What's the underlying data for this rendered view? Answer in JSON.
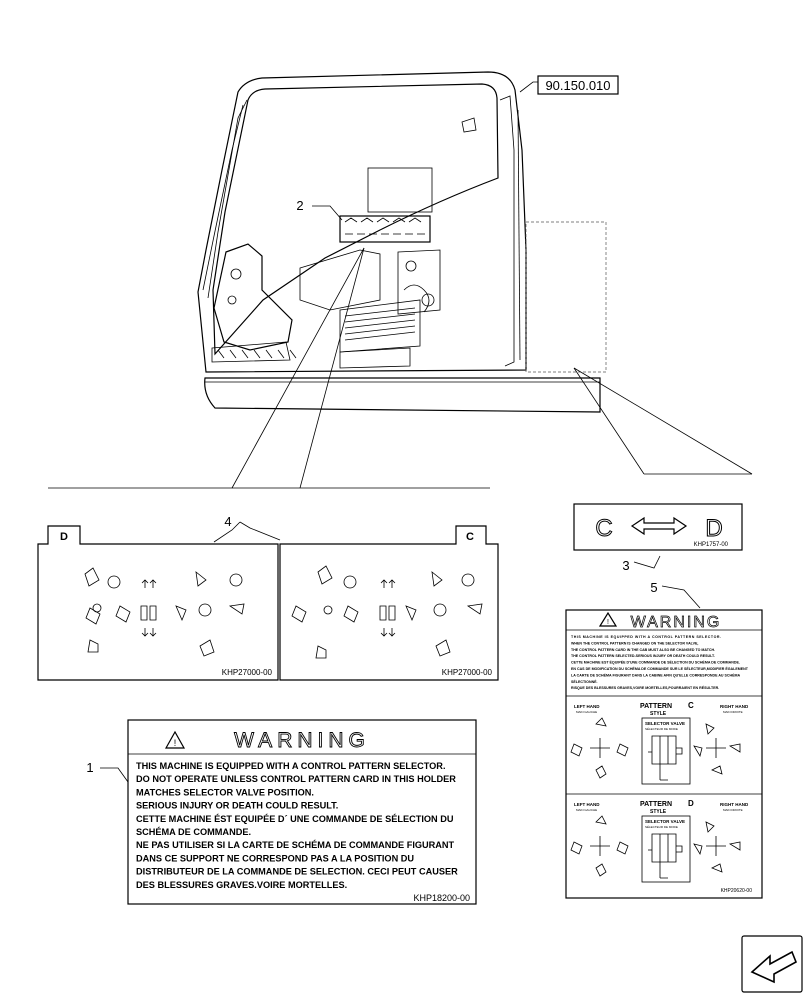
{
  "reference": "90.150.010",
  "callouts": {
    "c1": "1",
    "c2": "2",
    "c3": "3",
    "c4": "4",
    "c5": "5"
  },
  "pattern_labels": {
    "left": "D",
    "right": "C"
  },
  "selector_label": {
    "left": "C",
    "right": "D",
    "code": "KHP1757-00"
  },
  "pattern_cards_code": "KHP27000-00",
  "warning_large": {
    "title": "WARNING",
    "lines": [
      "THIS MACHINE IS EQUIPPED WITH A CONTROL PATTERN SELECTOR.",
      "DO NOT OPERATE UNLESS CONTROL PATTERN CARD IN THIS HOLDER",
      "MATCHES SELECTOR VALVE POSITION.",
      "SERIOUS INJURY OR DEATH COULD RESULT.",
      "CETTE MACHINE ÉST EQUIPÉE D´ UNE COMMANDE DE SÉLECTION DU",
      "SCHÉMA DE COMMANDE.",
      "NE PAS UTILISER SI LA CARTE DE SCHÉMA DE COMMANDE FIGURANT",
      "DANS CE SUPPORT NE CORRESPOND PAS A LA POSITION DU",
      "DISTRIBUTEUR DE LA COMMANDE DE SELECTION. CECI PEUT CAUSER",
      "DES BLESSURES GRAVES.VOIRE MORTELLES."
    ],
    "code": "KHP18200-00"
  },
  "warning_small": {
    "title": "WARNING",
    "lines": [
      "THIS MACHINE IS EQUIPPED WITH A CONTROL PATTERN SELECTOR.",
      "WHEN THE CONTROL PATTERN IS CHANGED ON THE SELECTOR VALVE,",
      "THE CONTROL PATTERN CARD IN THE CAB MUST ALSO BE CHANGED TO MATCH.",
      "THE CONTROL PATTERN SELECTED-SERIOUS INJURY OR DEATH COULD RESULT.",
      "CETTE MACHINE EST ÉQUIPÉE D'UNE COMMANDE DE SÉLECTION DU SCHÉMA DE COMMANDE.",
      "EN CAS DE MODIFICATION DU SCHÉMA DE COMMANDE SUR LE SÉLECTEUR,MODIFIER ÉGALEMENT",
      "LA CARTE DE SCHÉMA FIGURANT DANS LA CABINE AFIN QU'ELLE CORRESPONDE AU SCHÉMA",
      "SÉLECTIONNÉ.",
      "RISQUE DES BLESSURES GRAVES,VOIRE MORTELLES,POURRAIENT EN RÉSULTER."
    ],
    "sections": [
      {
        "pattern": "PATTERN",
        "letter": "C",
        "style": "STYLE",
        "left_hand": "LEFT HAND",
        "left_sub": "MAIN GAUCHE",
        "right_hand": "RIGHT HAND",
        "right_sub": "MAIN DROITE",
        "valve": "SELECTOR VALVE",
        "valve_sub": "SÉLECTEUR DE MODE"
      },
      {
        "pattern": "PATTERN",
        "letter": "D",
        "style": "STYLE",
        "left_hand": "LEFT HAND",
        "left_sub": "MAIN GAUCHE",
        "right_hand": "RIGHT HAND",
        "right_sub": "MAIN DROITE",
        "valve": "SELECTOR VALVE",
        "valve_sub": "SÉLECTEUR DE MODE"
      }
    ],
    "code": "KHP20620-00"
  },
  "icons": [
    "warning-triangle-icon",
    "navigation-arrow-icon"
  ]
}
